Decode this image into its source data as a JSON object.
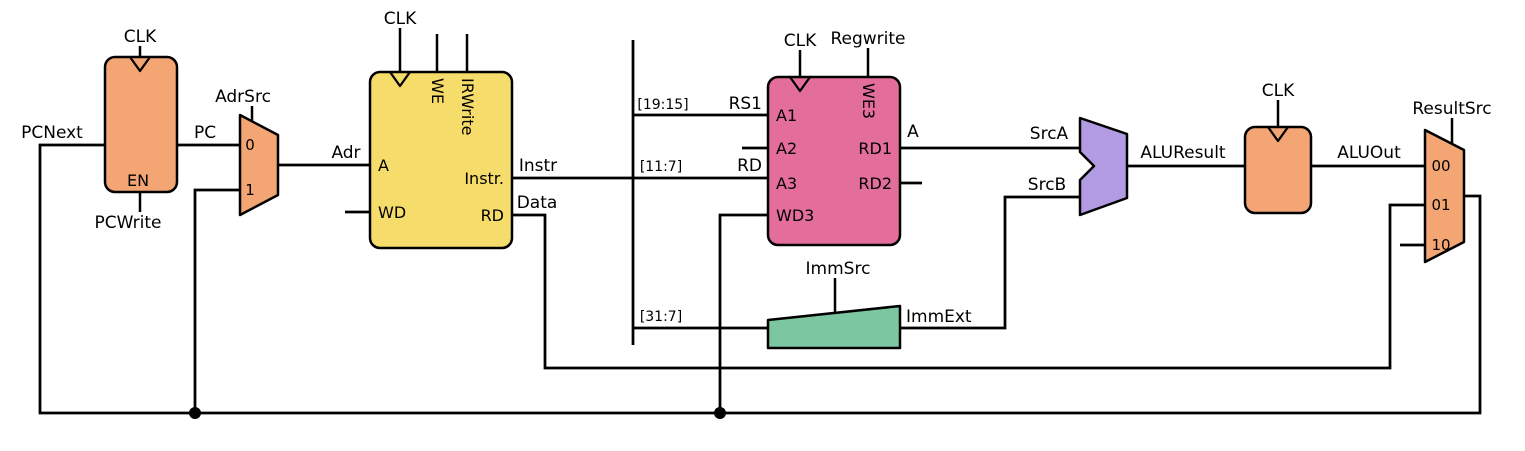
{
  "figure": {
    "background": "#ffffff",
    "line_color": "#000000"
  },
  "colors": {
    "register": "#F3A573",
    "mux": "#F3A573",
    "memory": "#F6DC6A",
    "regfile": "#E36D9B",
    "extend": "#7CC7A1",
    "alu": "#B39BE4"
  },
  "icons": {
    "clock_edge": "v-wedge-triangle",
    "junction": "filled-dot"
  },
  "pc_register": {
    "clk": "CLK",
    "en": "EN",
    "write_signal": "PCWrite",
    "input_label": "PCNext",
    "output_label": "PC"
  },
  "adr_mux": {
    "select": "AdrSrc",
    "in0": "0",
    "in1": "1",
    "output_label": "Adr"
  },
  "memory": {
    "clk": "CLK",
    "we": "WE",
    "irwrite": "IRWrite",
    "port_a": "A",
    "port_wd": "WD",
    "port_instr": "Instr.",
    "port_rd": "RD",
    "out_instr": "Instr",
    "out_data": "Data"
  },
  "instr_split": {
    "rs1_bits": "[19:15]",
    "rs1": "RS1",
    "rd_bits": "[11:7]",
    "rd": "RD",
    "imm_bits": "[31:7]"
  },
  "register_file": {
    "clk": "CLK",
    "regwrite": "Regwrite",
    "we3": "WE3",
    "port_a1": "A1",
    "port_a2": "A2",
    "port_a3": "A3",
    "port_wd3": "WD3",
    "port_rd1": "RD1",
    "port_rd2": "RD2",
    "out_a": "A"
  },
  "extend_unit": {
    "select": "ImmSrc",
    "output_label": "ImmExt"
  },
  "alu": {
    "src_a": "SrcA",
    "src_b": "SrcB",
    "result_label": "ALUResult"
  },
  "aluout_register": {
    "clk": "CLK",
    "output_label": "ALUOut"
  },
  "result_mux": {
    "select": "ResultSrc",
    "in00": "00",
    "in01": "01",
    "in10": "10"
  }
}
